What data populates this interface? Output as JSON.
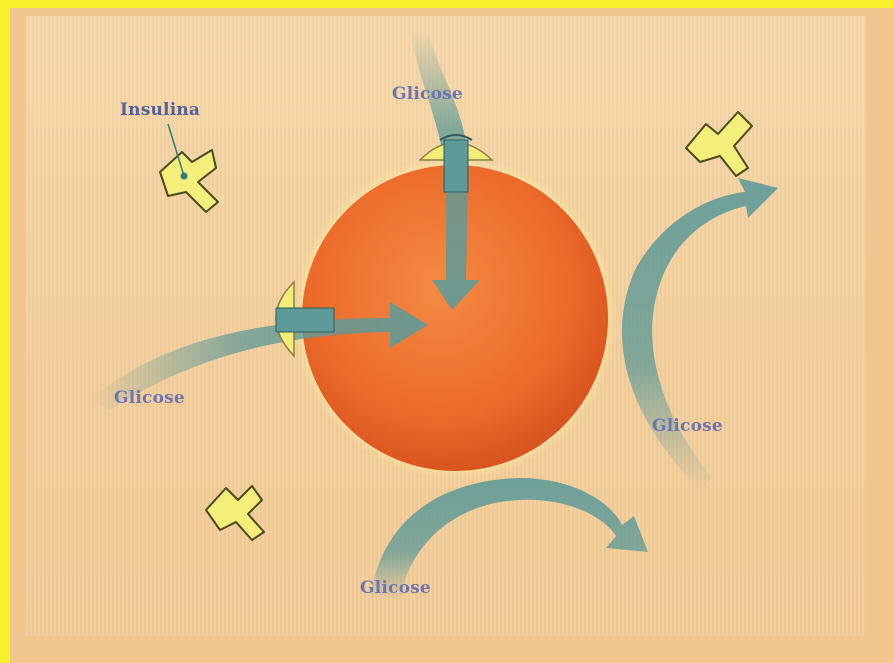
{
  "labels": {
    "insulin": "Insulina",
    "glucose_top": "Glicose",
    "glucose_left": "Glicose",
    "glucose_right": "Glicose",
    "glucose_bottom": "Glicose"
  },
  "colors": {
    "background": "#f7f02a",
    "panel": "#f3cf9b",
    "cell": "#ed6a2a",
    "arrow": "#5e9a98",
    "insulin": "#f2ee7a",
    "label": "#6d76b4"
  }
}
